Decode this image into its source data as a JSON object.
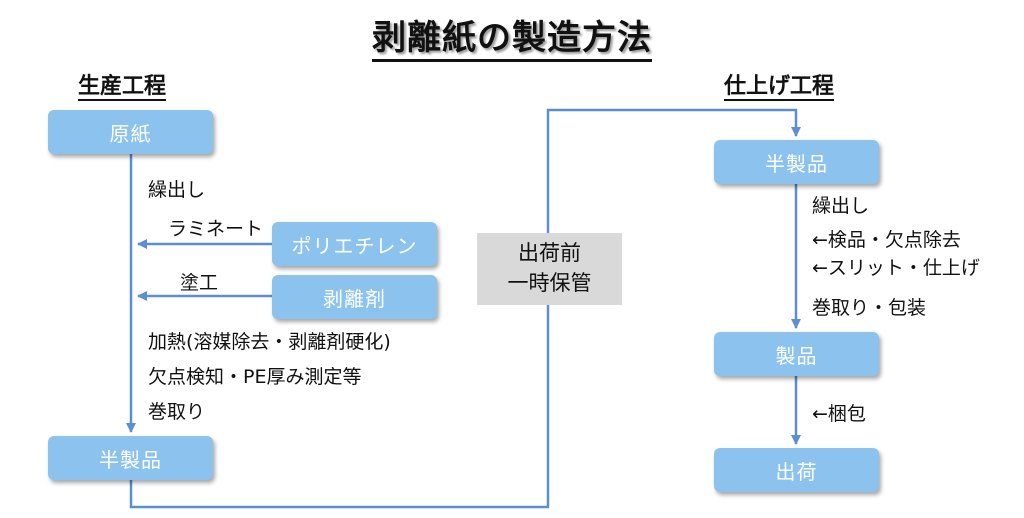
{
  "title": "剥離紙の製造方法",
  "left_section": {
    "heading": "生産工程",
    "boxes": {
      "base_paper": "原紙",
      "polyethylene": "ポリエチレン",
      "release_agent": "剥離剤",
      "semi_product": "半製品"
    },
    "notes": {
      "unwind": "繰出し",
      "laminate": "ラミネート",
      "coating": "塗工",
      "heating": "加熱(溶媒除去・剥離剤硬化)",
      "inspection": "欠点検知・PE厚み測定等",
      "rewind": "巻取り"
    }
  },
  "storage": {
    "line1": "出荷前",
    "line2": "一時保管"
  },
  "right_section": {
    "heading": "仕上げ工程",
    "boxes": {
      "semi_product": "半製品",
      "product": "製品",
      "shipment": "出荷"
    },
    "notes": {
      "unwind": "繰出し",
      "inspect": "←検品・欠点除去",
      "slit": "←スリット・仕上げ",
      "rewind_pack": "巻取り・包装",
      "bundle": "←梱包"
    }
  },
  "colors": {
    "box": "#8cc3ee",
    "line": "#5b8fcf",
    "storage": "#d9d9d9"
  }
}
